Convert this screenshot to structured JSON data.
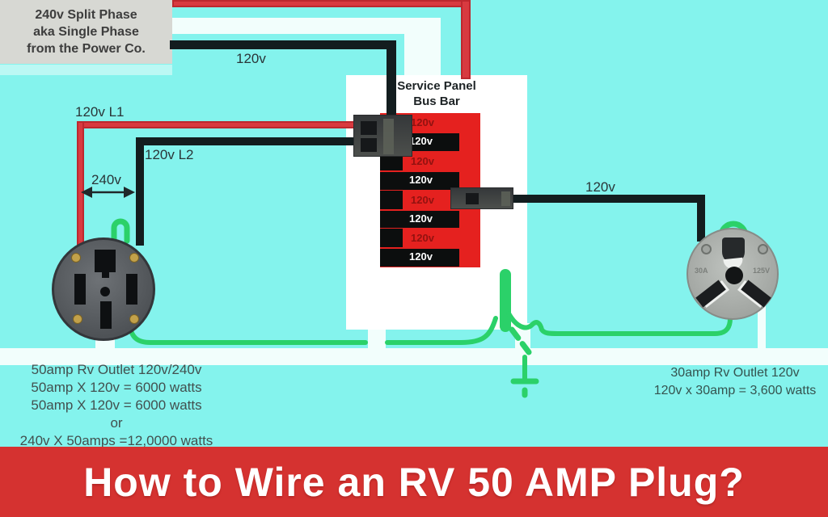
{
  "source_box": {
    "lines": [
      "240v Split Phase",
      "aka Single Phase",
      "from the Power Co."
    ]
  },
  "wire_labels": {
    "feed_120v": "120v",
    "l1": "120v L1",
    "l2": "120v L2",
    "span_240v": "240v",
    "branch_120v": "120v"
  },
  "service_panel": {
    "title_line1": "Service Panel",
    "title_line2": "Bus Bar",
    "bus_rows": [
      {
        "type": "red",
        "label": "120v"
      },
      {
        "type": "black",
        "label": "120v"
      },
      {
        "type": "red",
        "label": "120v"
      },
      {
        "type": "black",
        "label": "120v"
      },
      {
        "type": "red",
        "label": "120v"
      },
      {
        "type": "black",
        "label": "120v"
      },
      {
        "type": "red",
        "label": "120v"
      },
      {
        "type": "black",
        "label": "120v"
      }
    ]
  },
  "outlet_50amp": {
    "caption_lines": [
      "50amp Rv Outlet 120v/240v",
      "50amp X 120v = 6000 watts",
      "50amp X 120v = 6000 watts",
      "or",
      "240v X 50amps =12,0000 watts"
    ]
  },
  "outlet_30amp": {
    "stamp_left": "30A",
    "stamp_right": "125V",
    "caption_lines": [
      "30amp Rv Outlet 120v",
      "120v x 30amp = 3,600 watts"
    ]
  },
  "banner": {
    "title": "How to Wire an RV 50 AMP Plug?"
  },
  "colors": {
    "background": "#84f3ed",
    "wire_red": "#d83a40",
    "wire_black": "#131d1f",
    "wire_white": "#f2fefc",
    "wire_green": "#2bd169",
    "bus_red": "#e5211f",
    "banner_bg": "#d53230",
    "banner_text": "#ffffff"
  }
}
